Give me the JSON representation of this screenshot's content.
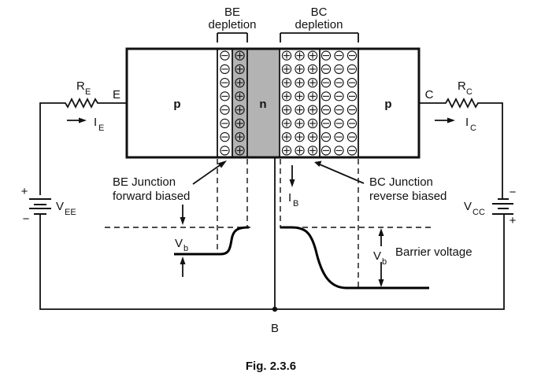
{
  "depletion_labels": {
    "be": {
      "line1": "BE",
      "line2": "depletion"
    },
    "bc": {
      "line1": "BC",
      "line2": "depletion"
    }
  },
  "regions": {
    "emitter": "p",
    "base": "n",
    "collector": "p"
  },
  "terminals": {
    "emitter": "E",
    "collector": "C",
    "base": "B"
  },
  "components": {
    "re": {
      "main": "R",
      "sub": "E"
    },
    "rc": {
      "main": "R",
      "sub": "C"
    },
    "ie": {
      "main": "I",
      "sub": "E"
    },
    "ic": {
      "main": "I",
      "sub": "C"
    },
    "ib": {
      "main": "I",
      "sub": "B"
    },
    "vee": {
      "main": "V",
      "sub": "EE",
      "plus": "+",
      "minus": "−"
    },
    "vcc": {
      "main": "V",
      "sub": "CC",
      "plus": "+",
      "minus": "−"
    }
  },
  "charges": {
    "rows": 8,
    "be_emitter_side": "minus",
    "be_base_side": "plus",
    "bc_base_side": "plus",
    "bc_collector_side": "minus",
    "bc_columns_per_side": 3
  },
  "annotations": {
    "be_junction": {
      "line1": "BE Junction",
      "line2": "forward biased"
    },
    "bc_junction": {
      "line1": "BC Junction",
      "line2": "reverse biased"
    },
    "vb_left": {
      "main": "V",
      "sub": "b"
    },
    "vb_right": {
      "main": "V",
      "sub": "b"
    },
    "barrier": "Barrier voltage"
  },
  "colors": {
    "base_fill": "#b3b3b3",
    "line": "#111111"
  },
  "caption": "Fig. 2.3.6"
}
